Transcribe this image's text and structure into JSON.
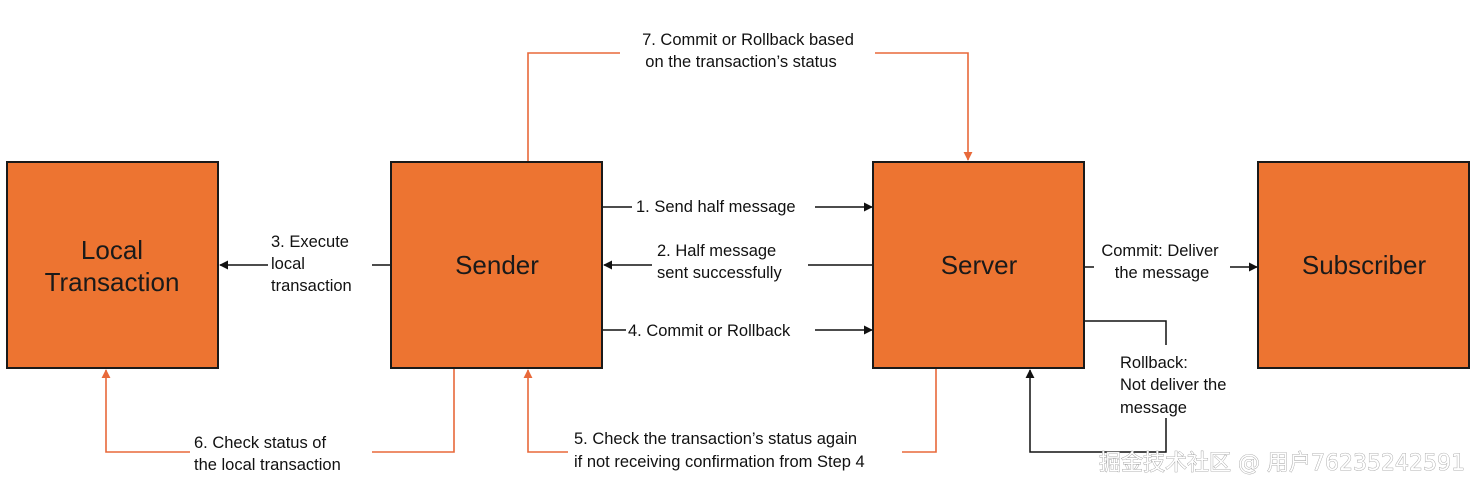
{
  "colors": {
    "box_fill": "#ED7431",
    "orange_line": "#E8693A",
    "black_line": "#111111"
  },
  "boxes": {
    "local_transaction": {
      "line1": "Local",
      "line2": "Transaction"
    },
    "sender": {
      "label": "Sender"
    },
    "server": {
      "label": "Server"
    },
    "subscriber": {
      "label": "Subscriber"
    }
  },
  "steps": {
    "step1": "1. Send half message",
    "step2": {
      "line1": "2. Half message",
      "line2": "sent successfully"
    },
    "step3": {
      "line1": "3. Execute",
      "line2": "local",
      "line3": "transaction"
    },
    "step4": "4. Commit or Rollback",
    "step5": {
      "line1": "5. Check the transaction’s status again",
      "line2": "if not receiving confirmation from Step 4"
    },
    "step6": {
      "line1": "6. Check status of",
      "line2": "the local transaction"
    },
    "step7": {
      "line1": "7. Commit or Rollback based",
      "line2": "on the transaction’s status"
    }
  },
  "outcomes": {
    "commit": {
      "line1": "Commit: Deliver",
      "line2": "the message"
    },
    "rollback": {
      "line1": "Rollback:",
      "line2": "Not deliver the",
      "line3": "message"
    }
  },
  "watermark": "掘金技术社区 @ 用户76235242591"
}
